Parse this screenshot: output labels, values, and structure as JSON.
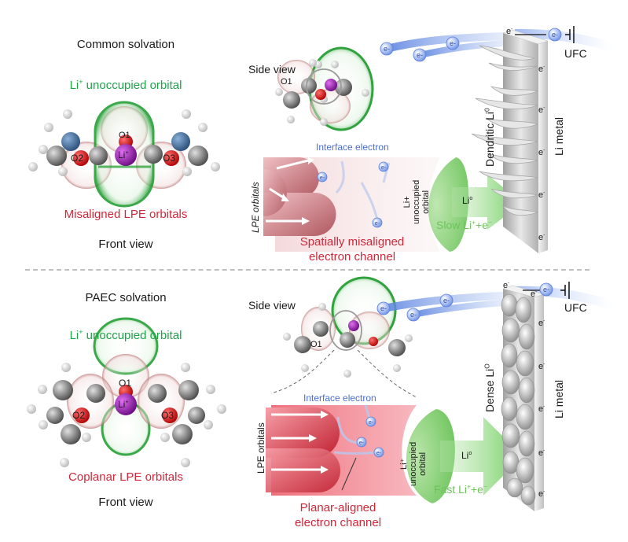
{
  "panels": [
    {
      "id": "common",
      "title": "Common solvation",
      "li_orbital_label": "Li",
      "li_orbital_sup": "+",
      "li_orbital_suffix": " unoccupied orbital",
      "lpe_label": "Misaligned LPE orbitals",
      "front_view": "Front view",
      "side_view": "Side view",
      "atoms": {
        "center": "Li",
        "center_sup": "+",
        "o1": "O1",
        "o2": "O2",
        "o3": "O3",
        "side_o1": "O1"
      },
      "interface_electron": "Interface electron",
      "lpe_orbitals": "LPE orbitals",
      "acceptor_lines": [
        "Li+",
        "unoccupied",
        "orbital"
      ],
      "li0": "Li",
      "li0_sup": "o",
      "rate_prefix": "Slow Li",
      "rate_sup1": "+",
      "rate_mid": "+e",
      "rate_sup2": "−",
      "channel_lines": [
        "Spatially misaligned",
        "electron channel"
      ],
      "deposit_label": "Dendritic Li",
      "deposit_sup": "0",
      "metal_label": "Li metal",
      "ufc": "UFC",
      "electron": "e",
      "electron_sup": "-"
    },
    {
      "id": "paec",
      "title": "PAEC solvation",
      "li_orbital_label": "Li",
      "li_orbital_sup": "+",
      "li_orbital_suffix": " unoccupied orbital",
      "lpe_label": "Coplanar LPE orbitals",
      "front_view": "Front view",
      "side_view": "Side view",
      "atoms": {
        "center": "Li",
        "center_sup": "+",
        "o1": "O1",
        "o2": "O2",
        "o3": "O3",
        "side_o1": "O1"
      },
      "interface_electron": "Interface electron",
      "lpe_orbitals": "LPE orbitals",
      "acceptor_lines": [
        "Li⁺",
        "unoccupied",
        "orbital"
      ],
      "li0": "Li",
      "li0_sup": "o",
      "rate_prefix": "Fast Li",
      "rate_sup1": "+",
      "rate_mid": "+e",
      "rate_sup2": "−",
      "channel_lines": [
        "Planar-aligned",
        "electron channel"
      ],
      "deposit_label": "Dense Li",
      "deposit_sup": "O",
      "metal_label": "Li metal",
      "ufc": "UFC",
      "electron": "e",
      "electron_sup": "-"
    }
  ],
  "colors": {
    "green": "#1fa34a",
    "red": "#d0283a",
    "blue": "#4b6fd0",
    "light_green": "#6cc45a",
    "li_atom": "#9a1fb0",
    "oxygen": "#e01010",
    "carbon": "#8a8a8a",
    "nitrogen": "#3b6a9a",
    "hydrogen": "#e8e8e8",
    "electron": "#6e93e8"
  }
}
